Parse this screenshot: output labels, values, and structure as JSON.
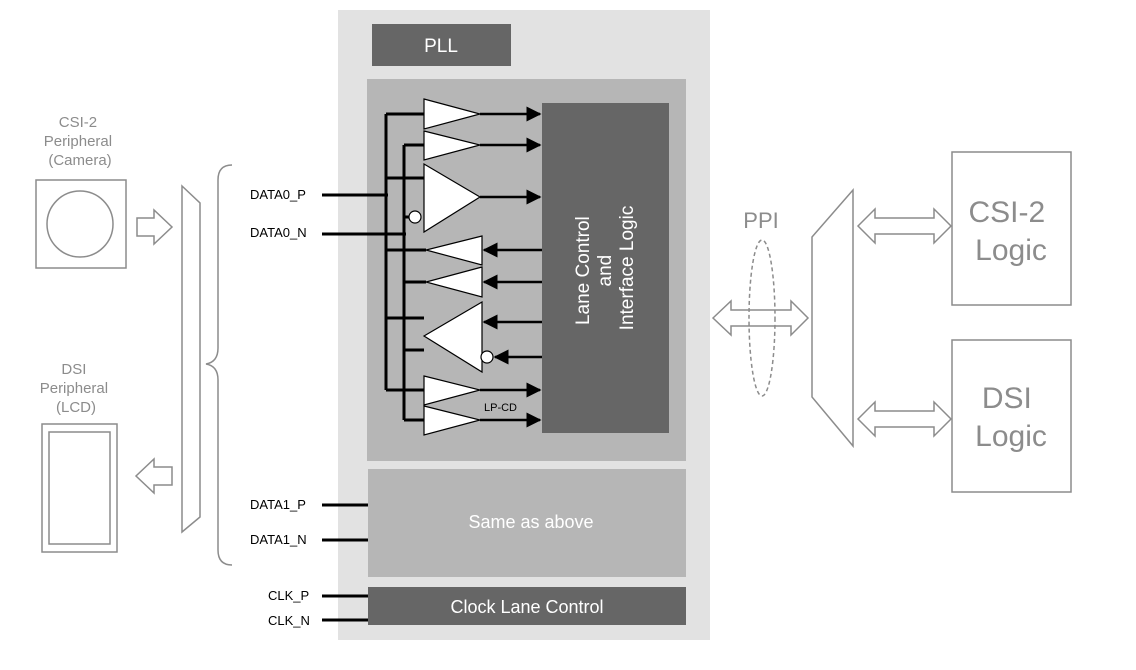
{
  "diagram": {
    "pll_label": "PLL",
    "lane_control_line1": "Lane Control",
    "lane_control_line2": "and",
    "lane_control_line3": "Interface Logic",
    "same_as_above": "Same as above",
    "clock_lane_control": "Clock Lane Control",
    "lp_cd": "LP-CD",
    "ppi": "PPI",
    "csi2_logic_line1": "CSI-2",
    "csi2_logic_line2": "Logic",
    "dsi_logic_line1": "DSI",
    "dsi_logic_line2": "Logic",
    "csi2_peripheral_line1": "CSI-2",
    "csi2_peripheral_line2": "Peripheral",
    "csi2_peripheral_line3": "(Camera)",
    "dsi_peripheral_line1": "DSI",
    "dsi_peripheral_line2": "Peripheral",
    "dsi_peripheral_line3": "(LCD)",
    "signals": {
      "data0_p": "DATA0_P",
      "data0_n": "DATA0_N",
      "data1_p": "DATA1_P",
      "data1_n": "DATA1_N",
      "clk_p": "CLK_P",
      "clk_n": "CLK_N"
    }
  },
  "colors": {
    "outer_block": "#e2e2e2",
    "inner_block": "#b6b6b6",
    "dark_block": "#666666",
    "line": "#000000",
    "muted": "#8c8c8c"
  }
}
